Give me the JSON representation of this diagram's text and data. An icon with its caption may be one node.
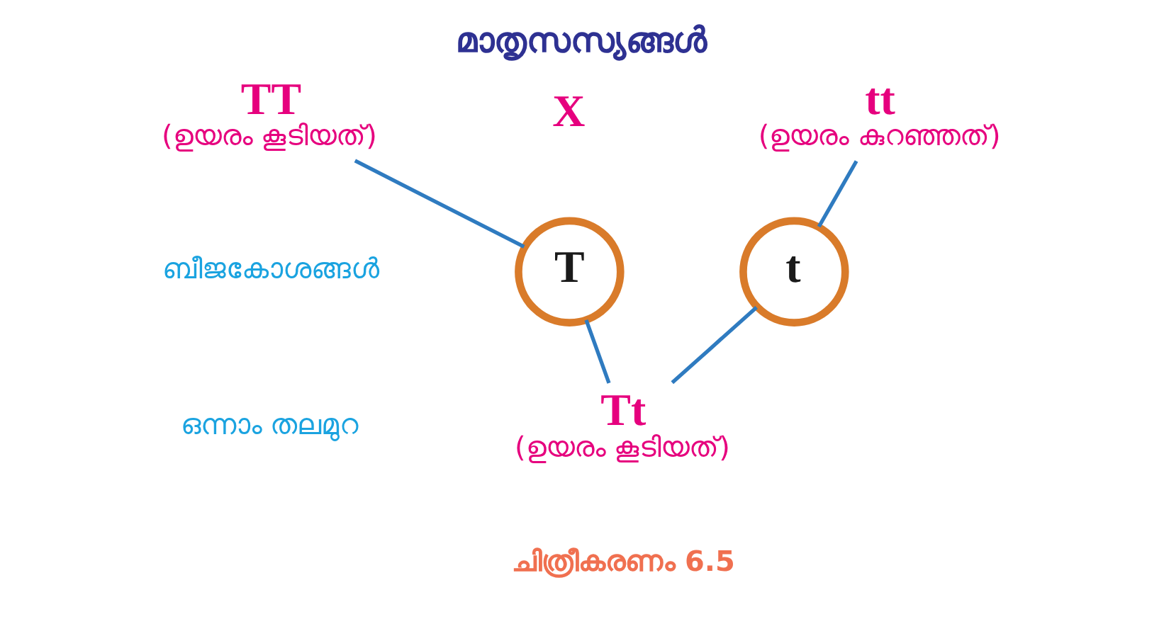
{
  "diagram": {
    "title": "മാതൃസസ്യങ്ങൾ",
    "caption": "ചിത്രീകരണം 6.5",
    "nodes": [
      {
        "text": [
          "TT",
          "(ഉയരം കൂടിയത്)"
        ]
      },
      {
        "text": [
          "tt",
          "(ഉയരം കുറഞ്ഞത്)"
        ]
      },
      {
        "text": [
          "T"
        ]
      },
      {
        "text": [
          "t"
        ]
      },
      {
        "text": [
          "Tt",
          "(ഉയരം കൂടിയത്)"
        ]
      }
    ],
    "edges": [
      {
        "from": 0,
        "to": 2,
        "arrow": "none"
      },
      {
        "from": 1,
        "to": 3,
        "arrow": "none"
      },
      {
        "from": 2,
        "to": 4,
        "arrow": "none"
      },
      {
        "from": 3,
        "to": 4,
        "arrow": "none"
      }
    ],
    "labels": [
      "X",
      "ബീജകോശങ്ങൾ",
      "ഒന്നാം തലമുറ"
    ]
  }
}
